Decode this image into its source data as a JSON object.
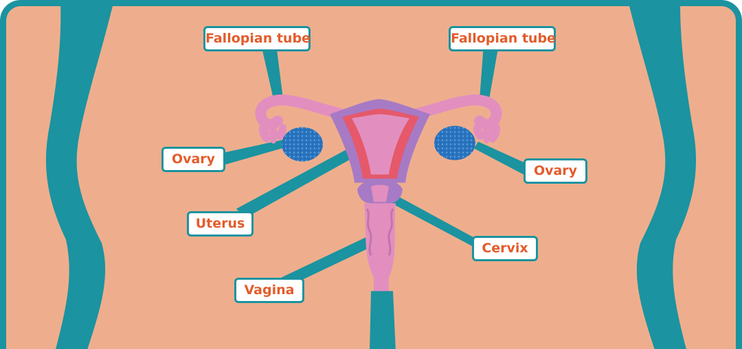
{
  "labels": {
    "fallopian_left": "Fallopian tube",
    "fallopian_right": "Fallopian tube",
    "ovary_left": "Ovary",
    "ovary_right": "Ovary",
    "uterus": "Uterus",
    "cervix": "Cervix",
    "vagina": "Vagina"
  },
  "colors": {
    "skin": "#eeae8d",
    "outline": "#1b93a0",
    "organ": "#e28fc0",
    "uterus_inner": "#a77ac6",
    "lining": "#e5596a",
    "ovary": "#2a74bf",
    "label_text": "#e35c2b"
  }
}
